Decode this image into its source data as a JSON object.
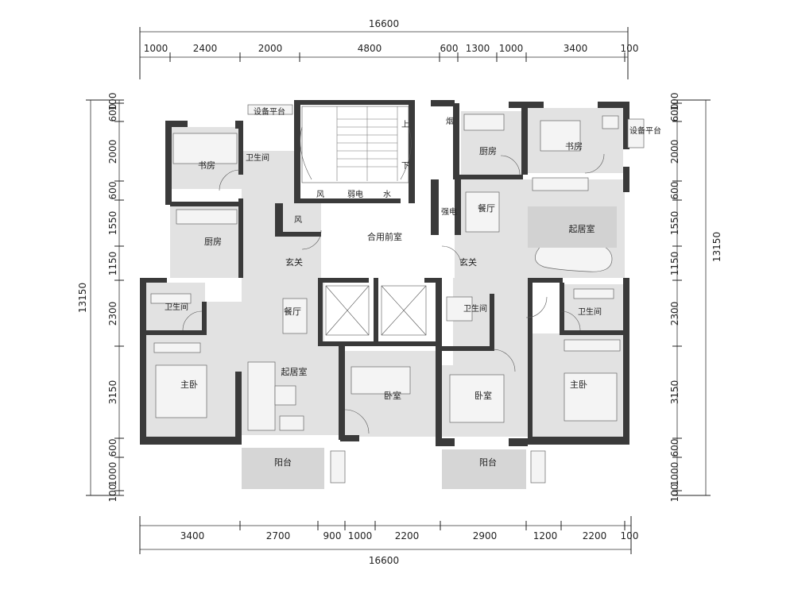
{
  "overall_dimensions": {
    "top_total": "16600",
    "bottom_total": "16600",
    "left_total": "13150",
    "right_total": "13150"
  },
  "top_segments": [
    "1000",
    "2400",
    "2000",
    "4800",
    "600",
    "1300",
    "1000",
    "3400",
    "100"
  ],
  "bottom_segments": [
    "3400",
    "2700",
    "900",
    "1000",
    "2200",
    "2900",
    "1200",
    "2200",
    "100"
  ],
  "left_segments": [
    "100",
    "600",
    "2000",
    "600",
    "1550",
    "1150",
    "2300",
    "3150",
    "600",
    "1000",
    "100"
  ],
  "right_segments": [
    "100",
    "600",
    "2000",
    "600",
    "1550",
    "1150",
    "2300",
    "3150",
    "600",
    "1000",
    "100"
  ],
  "rooms": {
    "equipment_platform_left": "设备平台",
    "equipment_platform_right": "设备平台",
    "study_left": "书房",
    "study_right": "书房",
    "bath_upper_left": "卫生间",
    "kitchen_left": "厨房",
    "kitchen_right": "厨房",
    "flue": "烟",
    "stair_up": "上",
    "stair_down": "下",
    "duct_wind_1": "风",
    "duct_weak_elec": "弱电",
    "duct_water": "水",
    "duct_wind_2": "风",
    "strong_elec": "强电",
    "shared_lobby": "合用前室",
    "foyer_left": "玄关",
    "foyer_right": "玄关",
    "dining_left": "餐厅",
    "dining_right": "餐厅",
    "living_left": "起居室",
    "living_right": "起居室",
    "bath_left": "卫生间",
    "bath_center": "卫生间",
    "bath_right": "卫生间",
    "master_left": "主卧",
    "master_right": "主卧",
    "bedroom_center_left": "卧室",
    "bedroom_center_right": "卧室",
    "balcony_left": "阳台",
    "balcony_right": "阳台"
  }
}
